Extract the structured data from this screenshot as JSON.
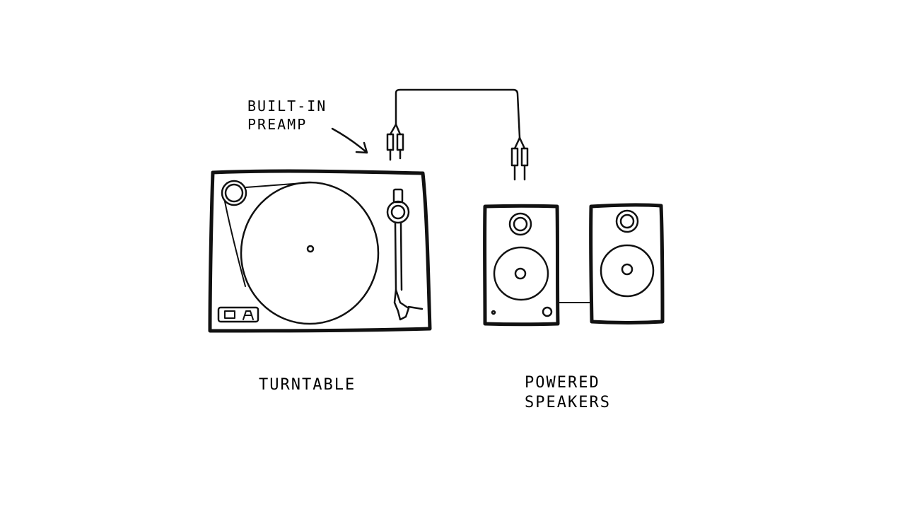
{
  "labels": {
    "preamp": {
      "line1": "BUILT-IN",
      "line2": "PREAMP"
    },
    "turntable": "TURNTABLE",
    "speakers": {
      "line1": "POWERED",
      "line2": "SPEAKERS"
    }
  },
  "colors": {
    "ink": "#111111",
    "background": "#ffffff"
  }
}
